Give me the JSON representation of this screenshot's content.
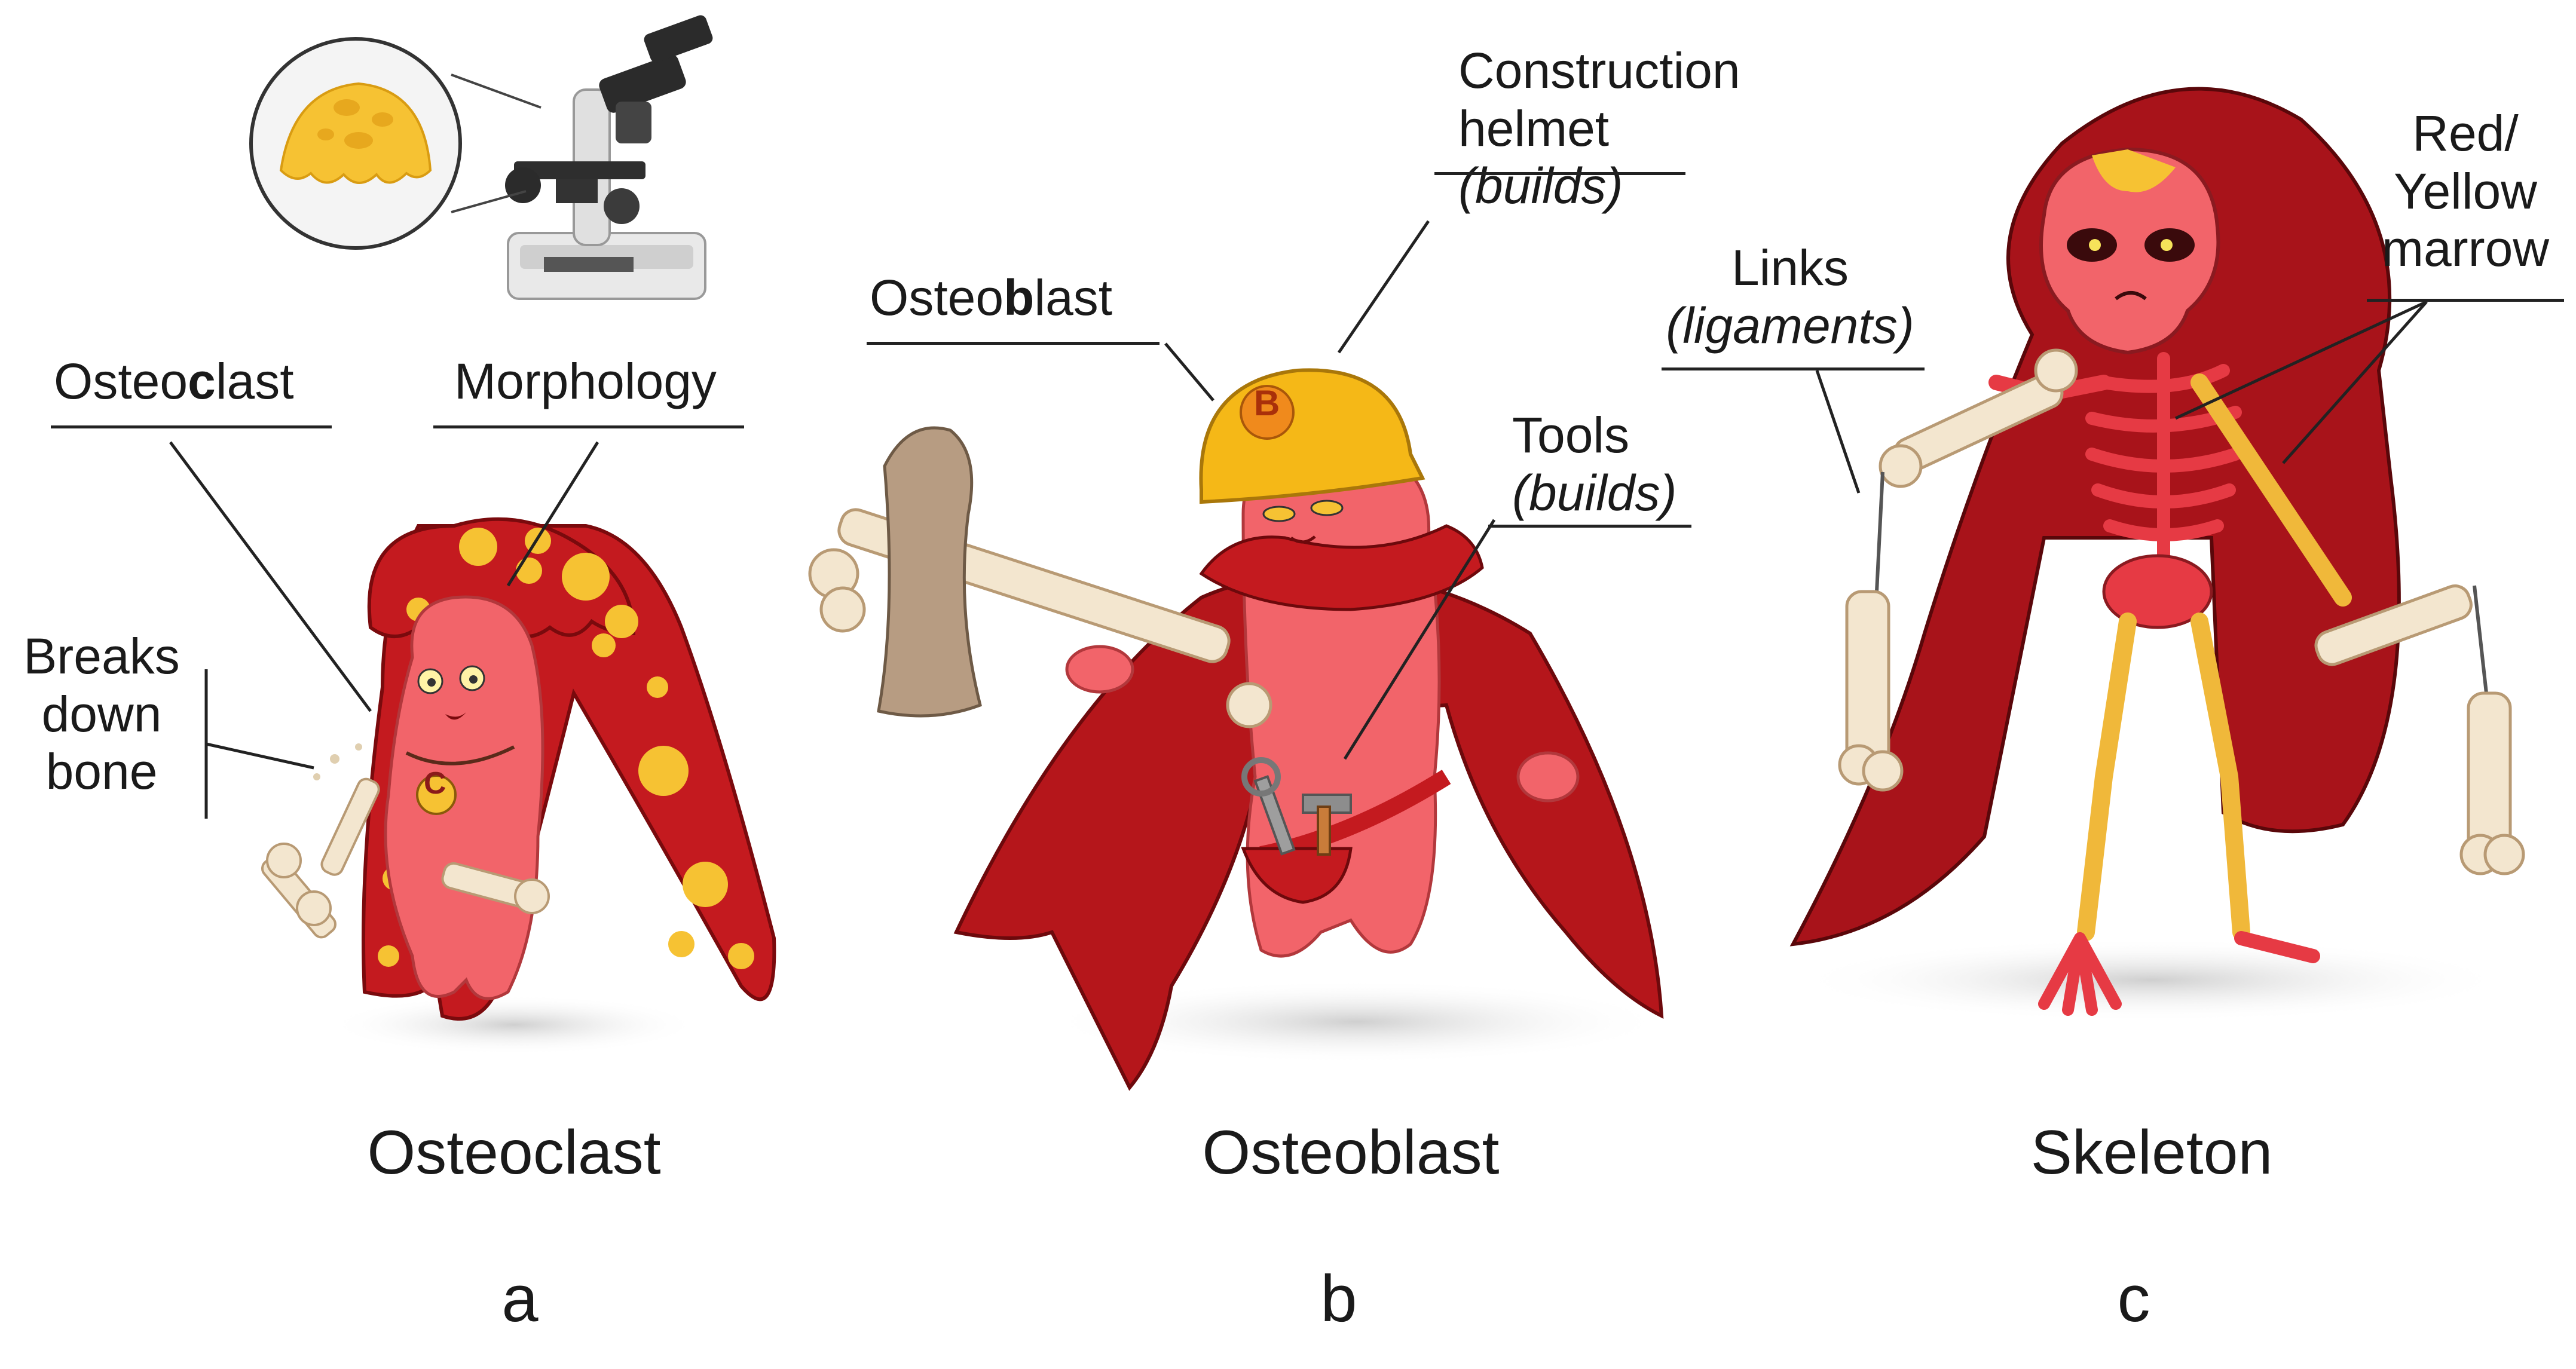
{
  "panels": [
    {
      "id": "a",
      "letter": "a",
      "caption": "Osteoclast",
      "labels": {
        "name_prefix": "Osteo",
        "name_bold": "c",
        "name_suffix": "last",
        "morphology": "Morphology",
        "breaks_1": "Breaks",
        "breaks_2": "down",
        "breaks_3": "bone",
        "badge": "C"
      }
    },
    {
      "id": "b",
      "letter": "b",
      "caption": "Osteoblast",
      "labels": {
        "name_prefix": "Osteo",
        "name_bold": "b",
        "name_suffix": "last",
        "helmet_1": "Construction",
        "helmet_2": "helmet",
        "helmet_3": "(builds)",
        "tools_1": "Tools",
        "tools_2": "(builds)",
        "badge": "B"
      }
    },
    {
      "id": "c",
      "letter": "c",
      "caption": "Skeleton",
      "labels": {
        "links_1": "Links",
        "links_2": "(ligaments)",
        "marrow_1": "Red/",
        "marrow_2": "Yellow",
        "marrow_3": "marrow"
      }
    }
  ],
  "colors": {
    "cape_dark": "#8e0d10",
    "cape": "#c41a1f",
    "body_pink": "#f2646a",
    "spot_yellow": "#f6c233",
    "bone": "#f3e6cf",
    "helmet": "#f5b817",
    "shadow": "#d9d9d9",
    "line": "#222222"
  }
}
